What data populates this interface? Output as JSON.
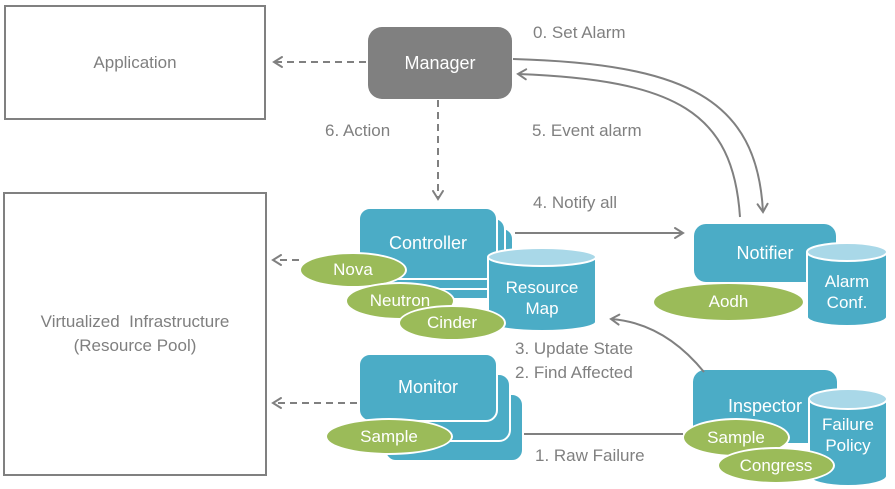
{
  "colors": {
    "node_blue": "#4bacc6",
    "cylinder_top_blue": "#a9d8e8",
    "service_green": "#9bbb59",
    "manager_gray": "#808080",
    "line_gray": "#808080",
    "label_gray": "#7f7f7f"
  },
  "nodes": {
    "application": {
      "label": "Application"
    },
    "virtualized_infrastructure": {
      "label_line1": "Virtualized  Infrastructure",
      "label_line2": "(Resource Pool)"
    },
    "manager": {
      "label": "Manager"
    },
    "controller": {
      "label": "Controller"
    },
    "monitor": {
      "label": "Monitor"
    },
    "notifier": {
      "label": "Notifier"
    },
    "inspector": {
      "label": "Inspector"
    }
  },
  "services": {
    "nova": {
      "label": "Nova"
    },
    "neutron": {
      "label": "Neutron"
    },
    "cinder": {
      "label": "Cinder"
    },
    "monitor_sample": {
      "label": "Sample"
    },
    "aodh": {
      "label": "Aodh"
    },
    "inspector_sample": {
      "label": "Sample"
    },
    "congress": {
      "label": "Congress"
    }
  },
  "datastores": {
    "resource_map": {
      "line1": "Resource",
      "line2": "Map"
    },
    "alarm_conf": {
      "line1": "Alarm",
      "line2": "Conf."
    },
    "failure_policy": {
      "line1": "Failure",
      "line2": "Policy"
    }
  },
  "flow_labels": {
    "set_alarm": "0. Set Alarm",
    "event_alarm": "5. Event alarm",
    "action": "6. Action",
    "notify_all": "4. Notify all",
    "update_state": "3. Update State",
    "find_affected": "2. Find Affected",
    "raw_failure": "1. Raw Failure"
  }
}
